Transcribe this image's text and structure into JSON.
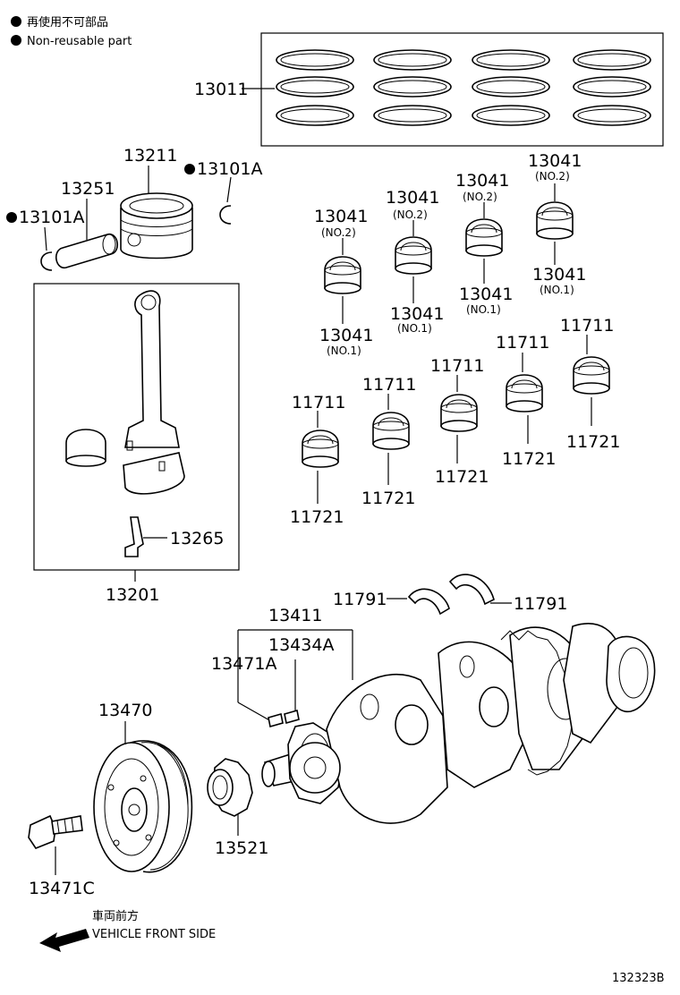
{
  "legend": {
    "marker": "●",
    "jp_text": "再使用不可部品",
    "en_text": "Non-reusable part"
  },
  "parts": {
    "p13011": "13011",
    "p13211": "13211",
    "p13101a_top": "13101A",
    "p13101a_left": "13101A",
    "p13251": "13251",
    "p13265": "13265",
    "p13201": "13201",
    "p13041": "13041",
    "no1": "(NO.1)",
    "no2": "(NO.2)",
    "p11711": "11711",
    "p11721": "11721",
    "p11791": "11791",
    "p13411": "13411",
    "p13434a": "13434A",
    "p13471a": "13471A",
    "p13470": "13470",
    "p13521": "13521",
    "p13471c": "13471C"
  },
  "direction": {
    "jp_text": "車両前方",
    "en_text": "VEHICLE FRONT SIDE",
    "arrow_icon": "left-arrow-icon"
  },
  "drawing_number": "132323B"
}
